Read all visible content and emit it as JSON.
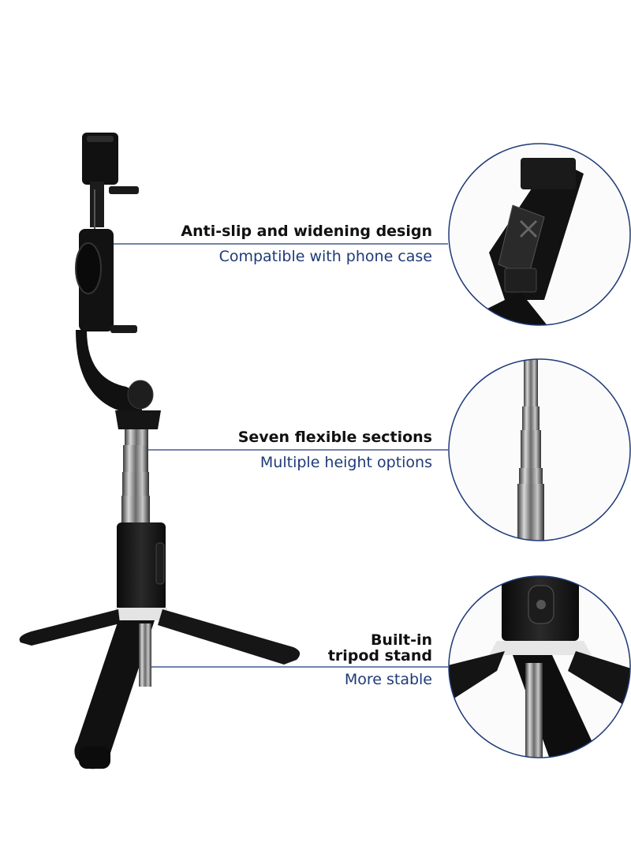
{
  "callouts": [
    {
      "title": "Anti-slip and widening design",
      "subtitle": "Compatible with phone case",
      "detail_icon": "phone-clamp-closeup"
    },
    {
      "title": "Seven flexible sections",
      "subtitle": "Multiple height options",
      "detail_icon": "telescopic-pole-closeup"
    },
    {
      "title_line1": "Built-in",
      "title_line2": "tripod stand",
      "subtitle": "More stable",
      "detail_icon": "tripod-joint-closeup"
    }
  ],
  "colors": {
    "accent": "#1f3a78",
    "product": "#141414",
    "metal": "#9a9a9a"
  }
}
